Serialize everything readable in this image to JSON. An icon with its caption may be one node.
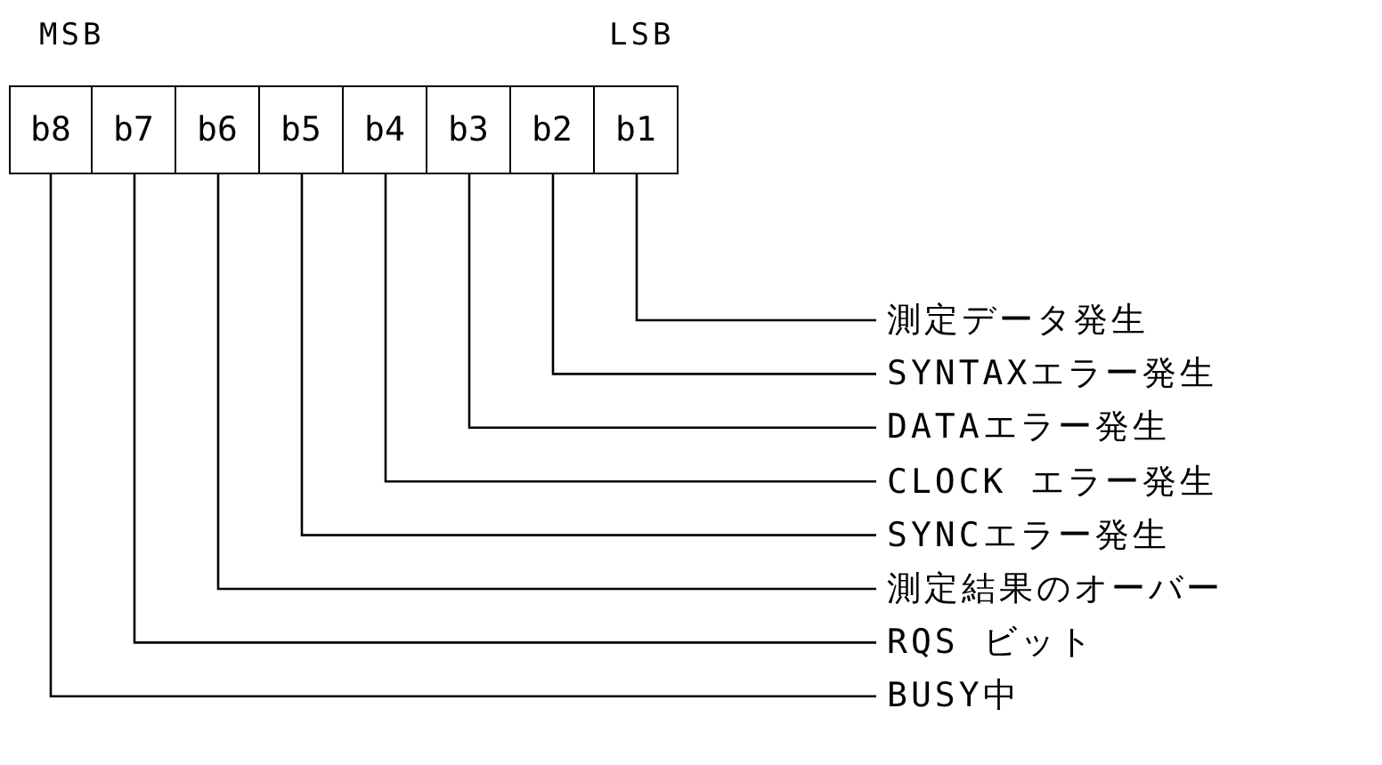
{
  "diagram": {
    "nodes": [
      {
        "text": [
          "b8"
        ]
      },
      {
        "text": [
          "b7"
        ]
      },
      {
        "text": [
          "b6"
        ]
      },
      {
        "text": [
          "b5"
        ]
      },
      {
        "text": [
          "b4"
        ]
      },
      {
        "text": [
          "b3"
        ]
      },
      {
        "text": [
          "b2"
        ]
      },
      {
        "text": [
          "b1"
        ]
      },
      {
        "text": [
          "測定データ発生"
        ]
      },
      {
        "text": [
          "SYNTAXエラー発生"
        ]
      },
      {
        "text": [
          "DATAエラー発生"
        ]
      },
      {
        "text": [
          "CLOCK エラー発生"
        ]
      },
      {
        "text": [
          "SYNCエラー発生"
        ]
      },
      {
        "text": [
          "測定結果のオーバー"
        ]
      },
      {
        "text": [
          "RQS ビット"
        ]
      },
      {
        "text": [
          "BUSY中"
        ]
      }
    ],
    "edges": [
      {
        "from": 8,
        "to": 7,
        "arrow": "none"
      },
      {
        "from": 9,
        "to": 6,
        "arrow": "none"
      },
      {
        "from": 10,
        "to": 5,
        "arrow": "none"
      },
      {
        "from": 11,
        "to": 4,
        "arrow": "none"
      },
      {
        "from": 12,
        "to": 3,
        "arrow": "none"
      },
      {
        "from": 13,
        "to": 2,
        "arrow": "none"
      },
      {
        "from": 14,
        "to": 1,
        "arrow": "none"
      },
      {
        "from": 15,
        "to": 0,
        "arrow": "none"
      }
    ],
    "labels": [
      "MSB",
      "LSB"
    ]
  }
}
